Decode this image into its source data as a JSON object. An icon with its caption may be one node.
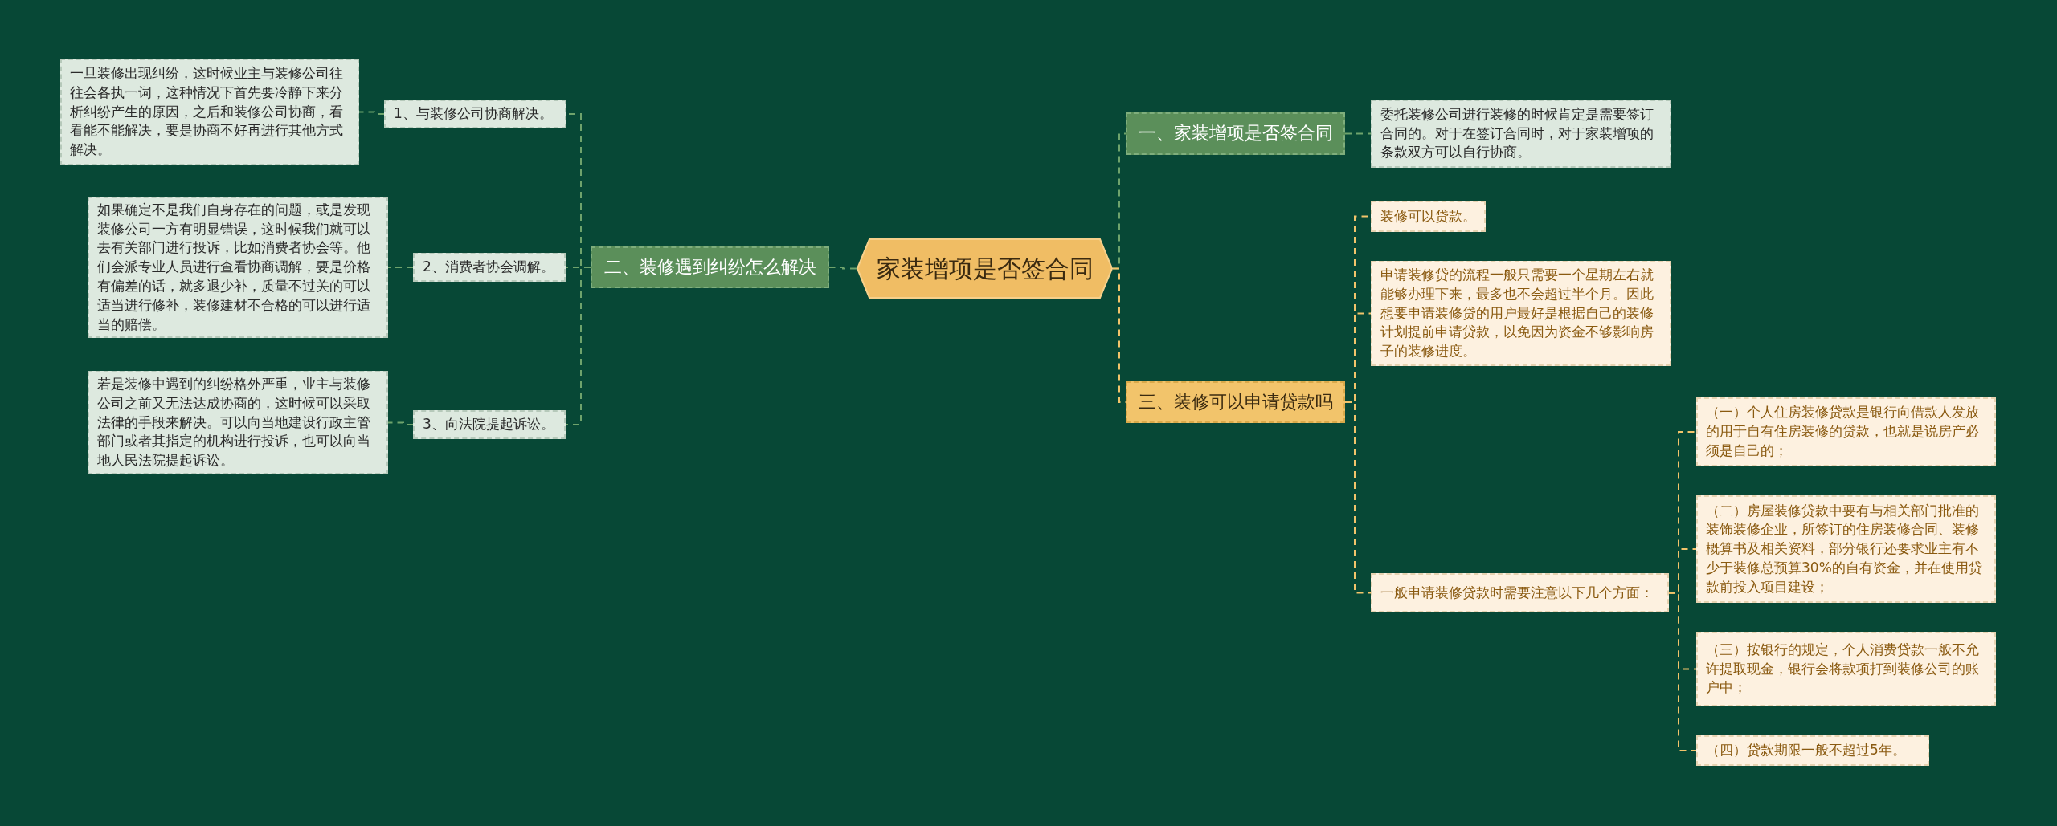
{
  "diagram": {
    "nodes": [
      {
        "text": [
          "家装增项是否签合同"
        ]
      },
      {
        "text": [
          "二、装修遇到纠纷怎么解决"
        ]
      },
      {
        "text": [
          "1、与装修公司协商解决。"
        ]
      },
      {
        "text": [
          "一旦装修出现纠纷，这时候业主与装修公司往往会各执一词，这种情况下首先要冷静下来分析纠纷产生的原因，之后和装修公司协商，看看能不能解决，要是协商不好再进行其他方式解决。"
        ]
      },
      {
        "text": [
          "2、消费者协会调解。"
        ]
      },
      {
        "text": [
          "如果确定不是我们自身存在的问题，或是发现装修公司一方有明显错误，这时候我们就可以去有关部门进行投诉，比如消费者协会等。他们会派专业人员进行查看协商调解，要是价格有偏差的话，就多退少补，质量不过关的可以适当进行修补，装修建材不合格的可以进行适当的赔偿。"
        ]
      },
      {
        "text": [
          "3、向法院提起诉讼。"
        ]
      },
      {
        "text": [
          "若是装修中遇到的纠纷格外严重，业主与装修公司之前又无法达成协商的，这时候可以采取法律的手段来解决。可以向当地建设行政主管部门或者其指定的机构进行投诉，也可以向当地人民法院提起诉讼。"
        ]
      },
      {
        "text": [
          "一、家装增项是否签合同"
        ]
      },
      {
        "text": [
          "委托装修公司进行装修的时候肯定是需要签订合同的。对于在签订合同时，对于家装增项的条款双方可以自行协商。"
        ]
      },
      {
        "text": [
          "三、装修可以申请贷款吗"
        ]
      },
      {
        "text": [
          "装修可以贷款。"
        ]
      },
      {
        "text": [
          "申请装修贷的流程一般只需要一个星期左右就能够办理下来，最多也不会超过半个月。因此想要申请装修贷的用户最好是根据自己的装修计划提前申请贷款，以免因为资金不够影响房子的装修进度。"
        ]
      },
      {
        "text": [
          "一般申请装修贷款时需要注意以下几个方面："
        ]
      },
      {
        "text": [
          "（一）个人住房装修贷款是银行向借款人发放的用于自有住房装修的贷款，也就是说房产必须是自己的；"
        ]
      },
      {
        "text": [
          "（二）房屋装修贷款中要有与相关部门批准的装饰装修企业，所签订的住房装修合同、装修概算书及相关资料，部分银行还要求业主有不少于装修总预算30%的自有资金，并在使用贷款前投入项目建设；"
        ]
      },
      {
        "text": [
          "（三）按银行的规定，个人消费贷款一般不允许提取现金，银行会将款项打到装修公司的账户中；"
        ]
      },
      {
        "text": [
          "（四）贷款期限一般不超过5年。"
        ]
      }
    ],
    "edges": [
      {
        "from": 0,
        "to": 1,
        "arrow": "none",
        "style": "dashed"
      },
      {
        "from": 1,
        "to": 2,
        "arrow": "none",
        "style": "dashed"
      },
      {
        "from": 1,
        "to": 4,
        "arrow": "none",
        "style": "dashed"
      },
      {
        "from": 1,
        "to": 6,
        "arrow": "none",
        "style": "dashed"
      },
      {
        "from": 2,
        "to": 3,
        "arrow": "none",
        "style": "dashed"
      },
      {
        "from": 4,
        "to": 5,
        "arrow": "none",
        "style": "dashed"
      },
      {
        "from": 6,
        "to": 7,
        "arrow": "none",
        "style": "dashed"
      },
      {
        "from": 0,
        "to": 8,
        "arrow": "none",
        "style": "dashed"
      },
      {
        "from": 8,
        "to": 9,
        "arrow": "none",
        "style": "dashed"
      },
      {
        "from": 0,
        "to": 10,
        "arrow": "none",
        "style": "dashed",
        "color": "#f2c46b"
      },
      {
        "from": 10,
        "to": 11,
        "arrow": "none",
        "style": "dashed",
        "color": "#f2c46b"
      },
      {
        "from": 10,
        "to": 12,
        "arrow": "none",
        "style": "dashed",
        "color": "#f2c46b"
      },
      {
        "from": 10,
        "to": 13,
        "arrow": "none",
        "style": "dashed",
        "color": "#f2c46b"
      },
      {
        "from": 13,
        "to": 14,
        "arrow": "none",
        "style": "dashed",
        "color": "#f2c46b"
      },
      {
        "from": 13,
        "to": 15,
        "arrow": "none",
        "style": "dashed",
        "color": "#f2c46b"
      },
      {
        "from": 13,
        "to": 16,
        "arrow": "none",
        "style": "dashed",
        "color": "#f2c46b"
      },
      {
        "from": 13,
        "to": 17,
        "arrow": "none",
        "style": "dashed",
        "color": "#f2c46b"
      }
    ]
  }
}
